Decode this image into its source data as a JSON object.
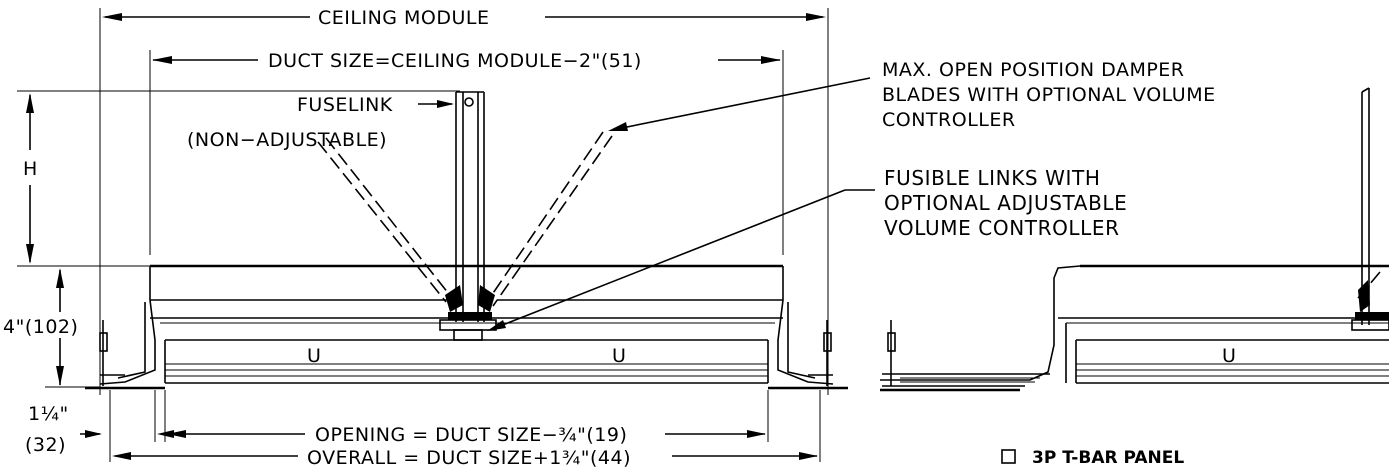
{
  "labels": {
    "ceiling_module": "CEILING MODULE",
    "duct_size": "DUCT SIZE=CEILING MODULE−2\"(51)",
    "fuselink": "FUSELINK",
    "non_adjustable": "(NON−ADJUSTABLE)",
    "max_open_1": "MAX. OPEN POSITION DAMPER",
    "max_open_2": "BLADES WITH OPTIONAL VOLUME",
    "max_open_3": "CONTROLLER",
    "fusible_1": "FUSIBLE LINKS WITH",
    "fusible_2": "OPTIONAL ADJUSTABLE",
    "fusible_3": "VOLUME CONTROLLER",
    "height": "H",
    "depth": "4\"(102)",
    "flange_1": "1¼\"",
    "flange_2": "(32)",
    "opening": "OPENING = DUCT SIZE−¾\"(19)",
    "overall": "OVERALL = DUCT SIZE+1¾\"(44)",
    "panel_label": "3P T-BAR PANEL",
    "blade_mark": "U"
  }
}
